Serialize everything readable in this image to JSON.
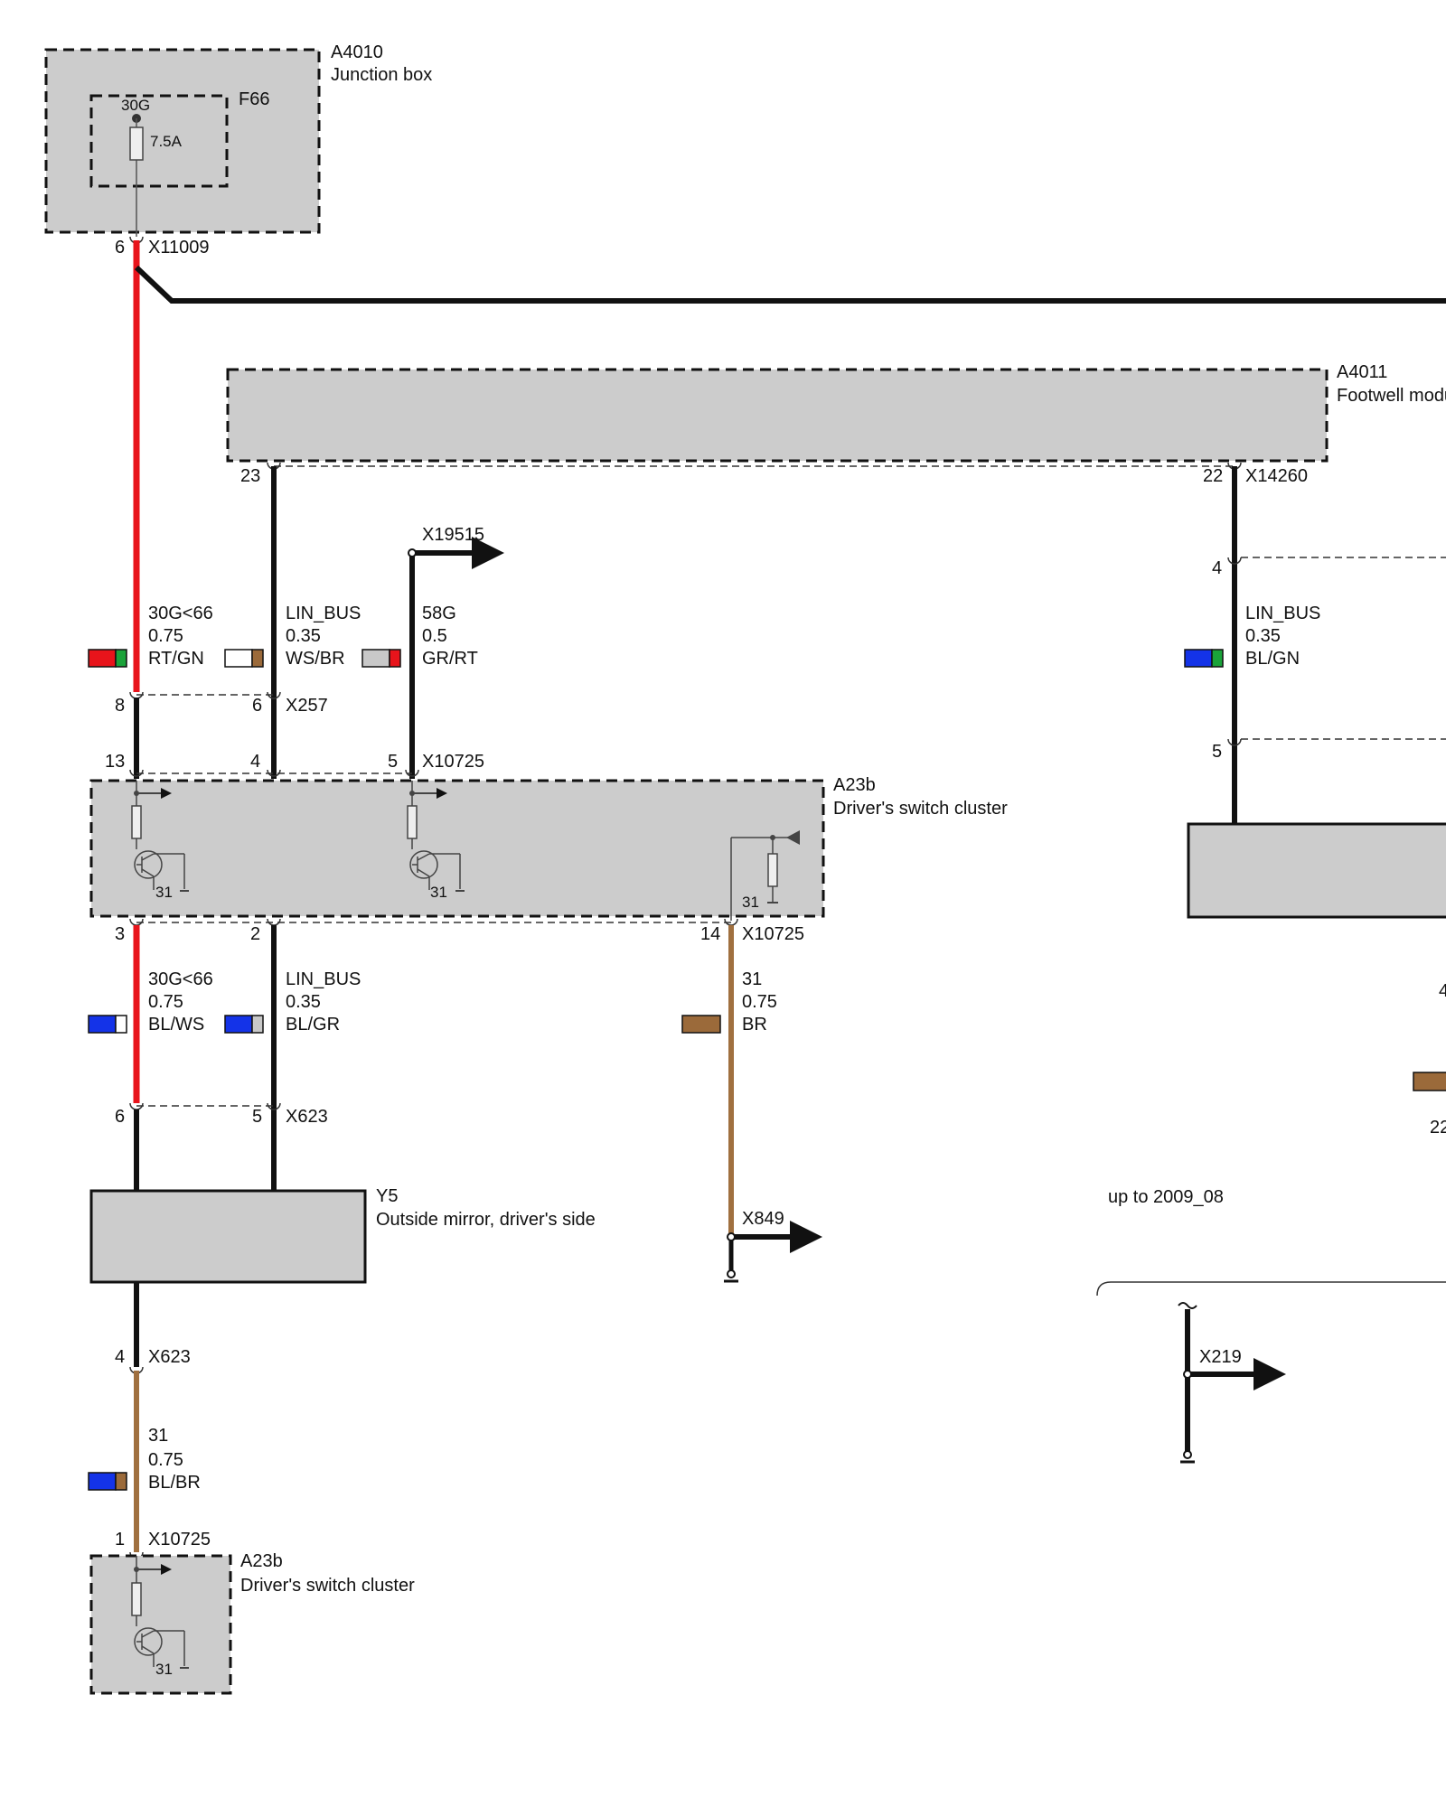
{
  "components": {
    "a4010": {
      "id": "A4010",
      "name": "Junction box"
    },
    "f66": {
      "id": "F66",
      "terminal": "30G",
      "rating": "7.5A"
    },
    "a4011": {
      "id": "A4011",
      "name": "Footwell modu"
    },
    "a23b_main": {
      "id": "A23b",
      "name": "Driver's switch cluster",
      "gnd1": "31",
      "gnd2": "31",
      "gnd3": "31"
    },
    "y5": {
      "id": "Y5",
      "name": "Outside mirror, driver's side"
    },
    "a23b_bottom": {
      "id": "A23b",
      "name": "Driver's switch cluster",
      "gnd": "31"
    }
  },
  "connectors": {
    "x11009": {
      "id": "X11009",
      "pin": "6"
    },
    "x14260_a4011": {
      "pin_left": "23",
      "pin_right": "22",
      "id": "X14260"
    },
    "x14260_4": "4",
    "x14260_5": "5",
    "x19515": "X19515",
    "x257": {
      "id": "X257",
      "pin_a": "8",
      "pin_b": "6"
    },
    "x10725_top": {
      "id": "X10725",
      "pin_a": "13",
      "pin_b": "4",
      "pin_c": "5"
    },
    "x10725_bot": {
      "id": "X10725",
      "pin_a": "3",
      "pin_b": "2",
      "pin_c": "14"
    },
    "x623_top": {
      "id": "X623",
      "pin_a": "6",
      "pin_b": "5"
    },
    "x623_bot": {
      "id": "X623",
      "pin": "4"
    },
    "x849": "X849",
    "x10725_last": {
      "id": "X10725",
      "pin": "1"
    },
    "x219": "X219",
    "edge_4": "4",
    "edge_22": "22"
  },
  "wires": {
    "w1": {
      "signal": "30G<66",
      "gauge": "0.75",
      "color": "RT/GN",
      "c1": "#e8141b",
      "c2": "#1aa33a"
    },
    "w2": {
      "signal": "LIN_BUS",
      "gauge": "0.35",
      "color": "WS/BR",
      "c1": "#ffffff",
      "c2": "#9b6a3a"
    },
    "w3": {
      "signal": "58G",
      "gauge": "0.5",
      "color": "GR/RT",
      "c1": "#c8c8c8",
      "c2": "#e8141b"
    },
    "w4": {
      "signal": "LIN_BUS",
      "gauge": "0.35",
      "color": "BL/GN",
      "c1": "#1433e8",
      "c2": "#1aa33a"
    },
    "w5": {
      "signal": "30G<66",
      "gauge": "0.75",
      "color": "BL/WS",
      "c1": "#1433e8",
      "c2": "#ffffff"
    },
    "w6": {
      "signal": "LIN_BUS",
      "gauge": "0.35",
      "color": "BL/GR",
      "c1": "#1433e8",
      "c2": "#c8c8c8"
    },
    "w7": {
      "signal": "31",
      "gauge": "0.75",
      "color": "BR",
      "c1": "#9b6a3a"
    },
    "w8": {
      "signal": "31",
      "gauge": "0.75",
      "color": "BL/BR",
      "c1": "#1433e8",
      "c2": "#9b6a3a"
    }
  },
  "notes": {
    "variant": "up to 2009_08"
  },
  "colors": {
    "red": "#e8141b",
    "brown": "#a0703f",
    "black": "#111111",
    "box_fill": "#cccccc"
  }
}
